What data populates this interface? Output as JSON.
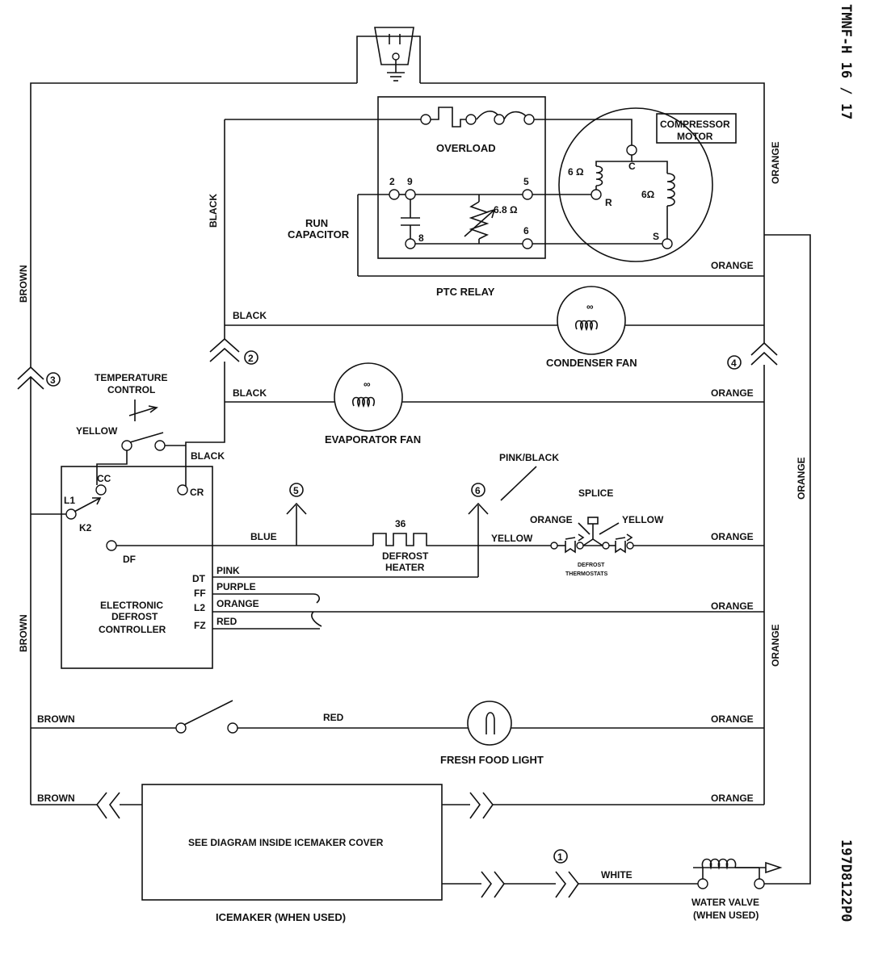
{
  "labels": {
    "compressor_motor": [
      "COMPRESSOR",
      "MOTOR"
    ],
    "overload": "OVERLOAD",
    "run_capacitor": [
      "RUN",
      "CAPACITOR"
    ],
    "ptc_relay": "PTC RELAY",
    "ohm_6a": "6 Ω",
    "ohm_6b": "6Ω",
    "ohm_68": "6.8 Ω",
    "term_c": "C",
    "term_r": "R",
    "term_s": "S",
    "pin_2": "2",
    "pin_9": "9",
    "pin_5": "5",
    "pin_8": "8",
    "pin_6": "6",
    "condenser_fan": "CONDENSER FAN",
    "evaporator_fan": "EVAPORATOR FAN",
    "temperature_control": [
      "TEMPERATURE",
      "CONTROL"
    ],
    "defrost_heater": [
      "DEFROST",
      "HEATER"
    ],
    "heater_value": "36",
    "splice": "SPLICE",
    "defrost_thermostats": [
      "DEFROST",
      "THERMOSTATS"
    ],
    "controller": [
      "ELECTRONIC",
      "DEFROST",
      "CONTROLLER"
    ],
    "ctrl_cc": "CC",
    "ctrl_cr": "CR",
    "ctrl_l1": "L1",
    "ctrl_k2": "K2",
    "ctrl_df": "DF",
    "ctrl_dt": "DT",
    "ctrl_ff": "FF",
    "ctrl_l2": "L2",
    "ctrl_fz": "FZ",
    "fresh_food_light": "FRESH FOOD LIGHT",
    "icemaker_note": "SEE DIAGRAM INSIDE ICEMAKER COVER",
    "icemaker": "ICEMAKER (WHEN USED)",
    "water_valve": [
      "WATER VALVE",
      "(WHEN USED)"
    ],
    "conn_1": "1",
    "conn_2": "2",
    "conn_3": "3",
    "conn_4": "4",
    "conn_5": "5",
    "conn_6": "6",
    "side_top": "TMNF-H 16 / 17",
    "side_bottom": "197D8122P0"
  },
  "wires": {
    "brown": "BROWN",
    "black": "BLACK",
    "orange": "ORANGE",
    "yellow": "YELLOW",
    "blue": "BLUE",
    "pink_black": "PINK/BLACK",
    "pink": "PINK",
    "purple": "PURPLE",
    "red": "RED",
    "white": "WHITE"
  }
}
